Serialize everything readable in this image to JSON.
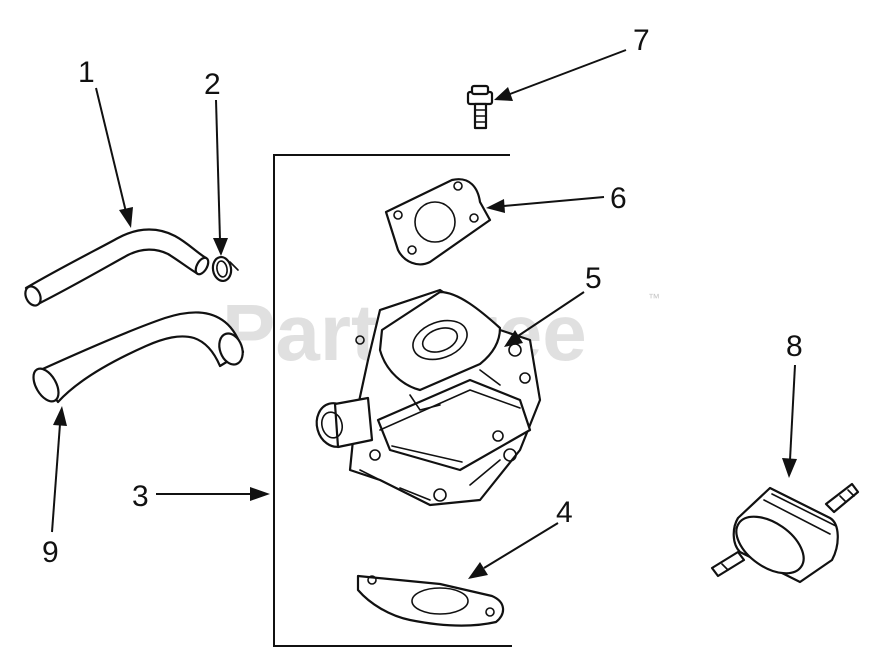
{
  "callouts": [
    {
      "id": "1",
      "label": "1"
    },
    {
      "id": "2",
      "label": "2"
    },
    {
      "id": "3",
      "label": "3"
    },
    {
      "id": "4",
      "label": "4"
    },
    {
      "id": "5",
      "label": "5"
    },
    {
      "id": "6",
      "label": "6"
    },
    {
      "id": "7",
      "label": "7"
    },
    {
      "id": "8",
      "label": "8"
    },
    {
      "id": "9",
      "label": "9"
    }
  ],
  "watermark": {
    "text": "PartsTree",
    "trademark": "™"
  }
}
